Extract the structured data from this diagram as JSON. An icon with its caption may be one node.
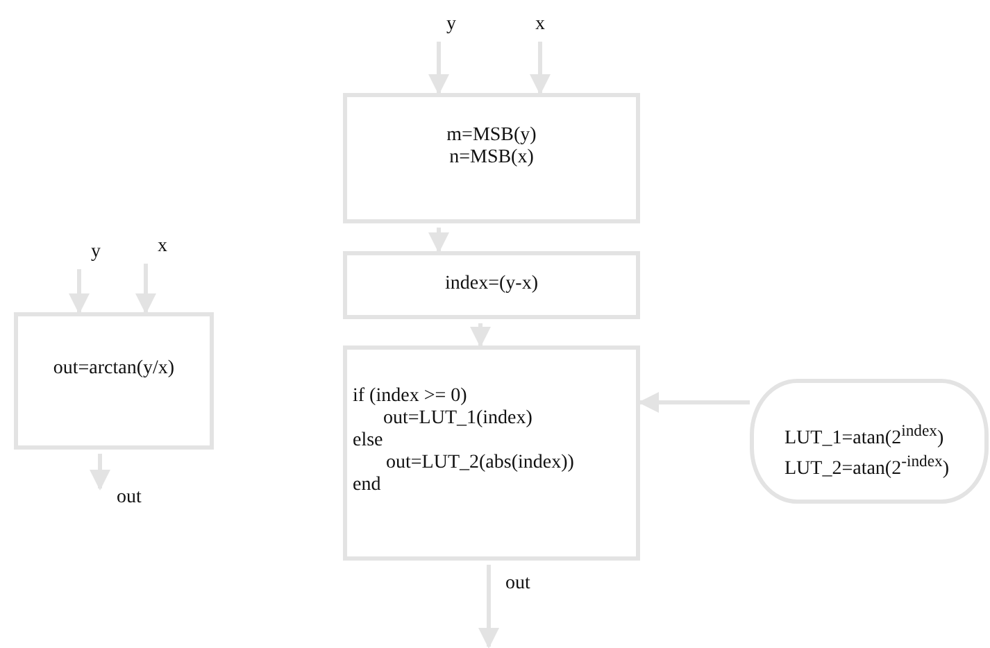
{
  "diagram": {
    "nodes": [
      {
        "text": [
          "y"
        ]
      },
      {
        "text": [
          "x"
        ]
      },
      {
        "text": [
          "out=arctan(y/x)"
        ]
      },
      {
        "text": [
          "y"
        ]
      },
      {
        "text": [
          "x"
        ]
      },
      {
        "text": [
          "m=MSB(y)",
          "n=MSB(x)"
        ]
      },
      {
        "text": [
          "index=(y-x)"
        ]
      },
      {
        "text": [
          "if (index >= 0)",
          "out=LUT_1(index)",
          "else",
          "out=LUT_2(abs(index))",
          "end"
        ]
      },
      {
        "text": [
          "LUT_1=atan(2$^{index}$)",
          "LUT_2=atan(2$^{-index}$)"
        ]
      }
    ],
    "edges": [
      {
        "from": 0,
        "to": 2,
        "arrow": "to"
      },
      {
        "from": 1,
        "to": 2,
        "arrow": "to"
      },
      {
        "from": 2,
        "to": null,
        "arrow": "to",
        "label": "out"
      },
      {
        "from": 3,
        "to": 5,
        "arrow": "to"
      },
      {
        "from": 4,
        "to": 5,
        "arrow": "to"
      },
      {
        "from": 5,
        "to": 6,
        "arrow": "to"
      },
      {
        "from": 6,
        "to": 7,
        "arrow": "to"
      },
      {
        "from": 7,
        "to": null,
        "arrow": "to",
        "label": "out"
      },
      {
        "from": 8,
        "to": 7,
        "arrow": "to"
      }
    ]
  }
}
